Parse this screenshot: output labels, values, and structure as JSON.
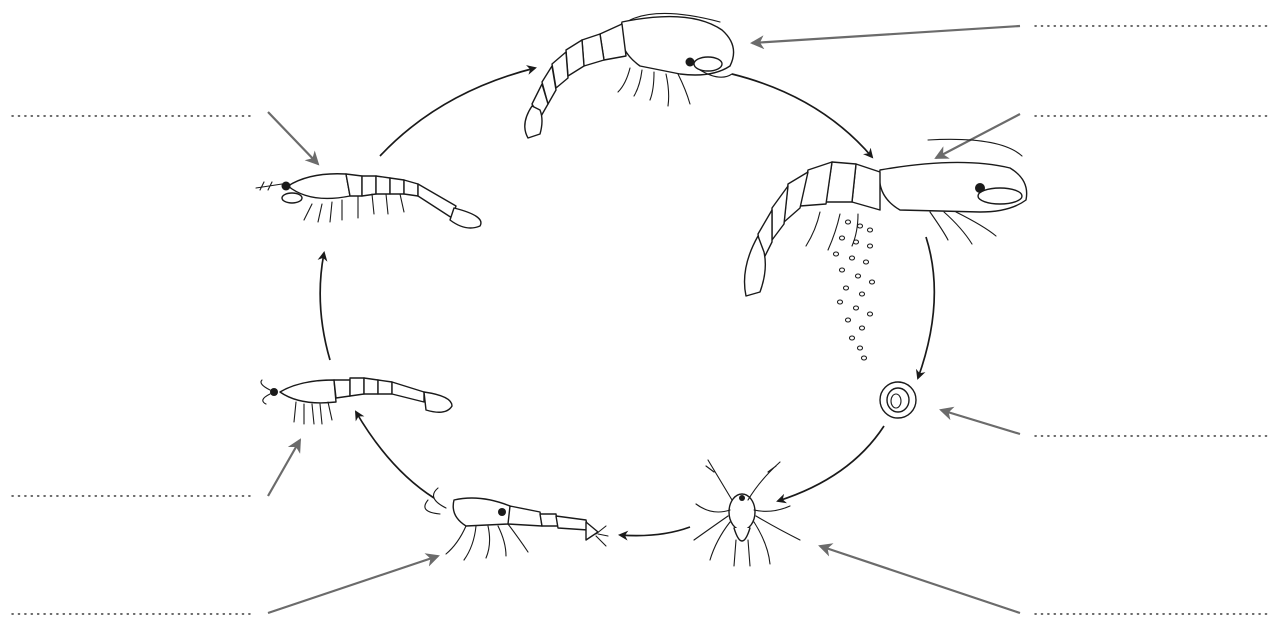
{
  "diagram": {
    "kind": "life-cycle",
    "stage_count": 7,
    "stages": [
      {
        "icon": "adult-shrimp-icon"
      },
      {
        "icon": "egg-bearing-shrimp-icon"
      },
      {
        "icon": "egg-icon"
      },
      {
        "icon": "nauplius-larva-icon"
      },
      {
        "icon": "zoea-larva-icon"
      },
      {
        "icon": "mysis-larva-icon"
      },
      {
        "icon": "postlarva-icon"
      }
    ],
    "label_blanks": 7,
    "colors": {
      "ink": "#1a1a1a",
      "leader": "#6b6b6b",
      "dots": "#3a3a3a"
    }
  }
}
